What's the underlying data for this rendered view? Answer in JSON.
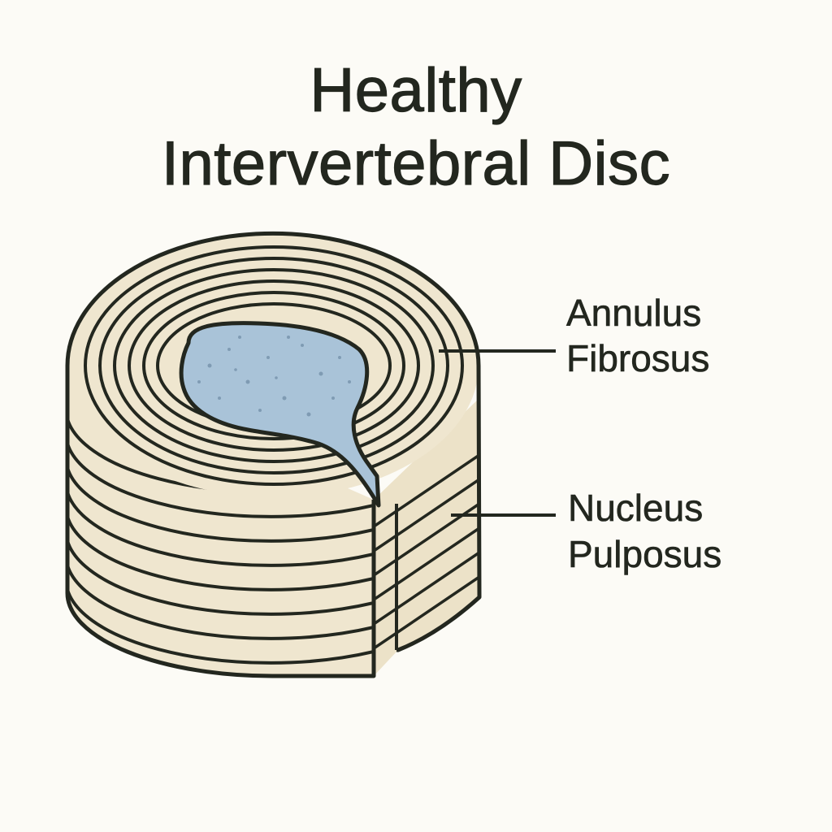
{
  "title": {
    "line1": "Healthy",
    "line2": "Intervertebral Disc"
  },
  "labels": {
    "annulus": {
      "line1": "Annulus",
      "line2": "Fibrosus"
    },
    "nucleus": {
      "line1": "Nucleus",
      "line2": "Pulposus"
    }
  },
  "colors": {
    "background": "#fcfbf6",
    "annulus_fill": "#efe6cf",
    "nucleus_fill": "#a9c3d8",
    "outline": "#23271f"
  }
}
